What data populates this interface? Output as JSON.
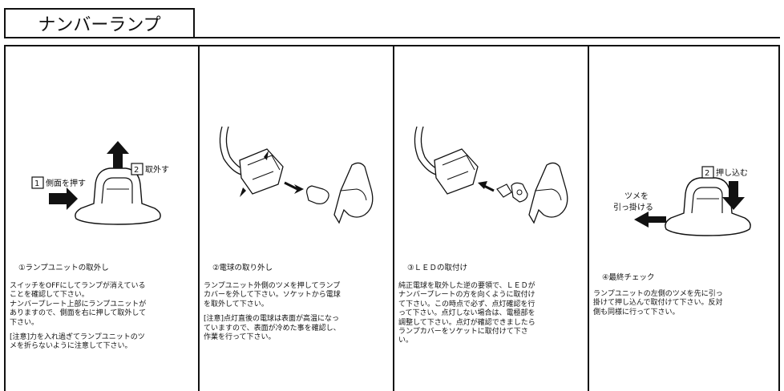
{
  "header": {
    "title": "ナンバーランプ"
  },
  "steps": [
    {
      "title": "①ランプユニットの取外し",
      "labels": {
        "l1_num": "1",
        "l1_text": "側面を押す",
        "l2_num": "2",
        "l2_text": "取外す"
      },
      "body": [
        "スイッチをOFFにしてランプが消えている\nことを確認して下さい。\nナンバープレート上部にランプユニットが\nありますので、側面を右に押して取外して\n下さい。",
        "[注意]力を入れ過ぎてランプユニットのツ\nメを折らないように注意して下さい。"
      ]
    },
    {
      "title": "②電球の取り外し",
      "body": [
        "ランプユニット外側のツメを押してランプ\nカバーを外して下さい。ソケットから電球\nを取外して下さい。",
        "[注意]点灯直後の電球は表面が高温になっ\nていますので、表面が冷めた事を確認し、\n作業を行って下さい。"
      ]
    },
    {
      "title": "③ＬＥＤの取付け",
      "body": [
        "純正電球を取外した逆の要領で、ＬＥＤが\nナンバープレートの方を向くように取付け\nて下さい。この時点で必ず、点灯確認を行\nって下さい。点灯しない場合は、電極部を\n調整して下さい。点灯が確認できましたら\nランプカバーをソケットに取付けて下さ\nい。"
      ]
    },
    {
      "title": "④最終チェック",
      "labels": {
        "l2_num": "2",
        "l2_text": "押し込む",
        "hook_line1": "ツメを",
        "hook_line2": "引っ掛ける"
      },
      "body": [
        "ランプユニットの左側のツメを先に引っ\n掛けて押し込んで取付けて下さい。反対\n側も同様に行って下さい。"
      ]
    }
  ]
}
